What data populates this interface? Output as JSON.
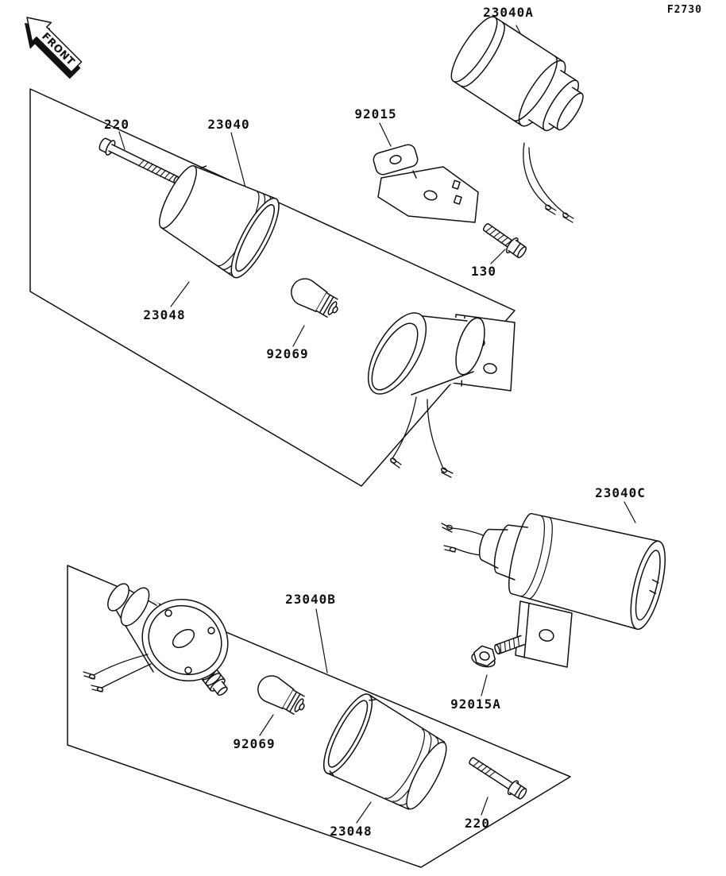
{
  "page": {
    "figure_code": "F2730",
    "front_marker": "FRONT",
    "background_color": "#ffffff",
    "line_color": "#111111"
  },
  "labels": {
    "p23040a": "23040A",
    "p92015": "92015",
    "p220_top": "220",
    "p23040": "23040",
    "p130": "130",
    "p23048_top": "23048",
    "p92069_top": "92069",
    "p23040c": "23040C",
    "p23040b": "23040B",
    "p92015a": "92015A",
    "p92069_bottom": "92069",
    "p23048_bottom": "23048",
    "p220_bottom": "220"
  }
}
